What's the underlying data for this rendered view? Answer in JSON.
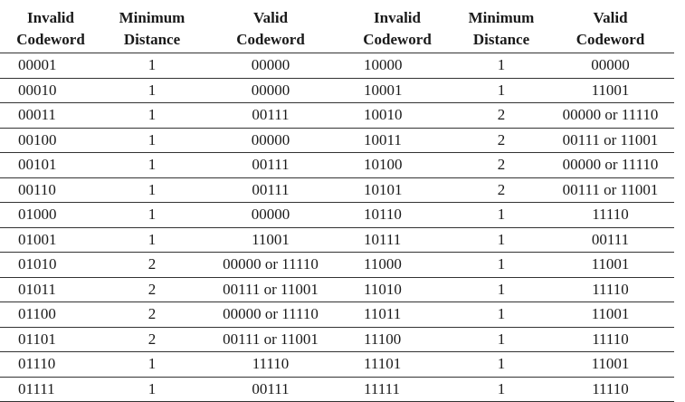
{
  "headers": {
    "invalid_1": [
      "Invalid",
      "Codeword"
    ],
    "mindist_1": [
      "Minimum",
      "Distance"
    ],
    "valid_1": [
      "Valid",
      "Codeword"
    ],
    "invalid_2": [
      "Invalid",
      "Codeword"
    ],
    "mindist_2": [
      "Minimum",
      "Distance"
    ],
    "valid_2": [
      "Valid",
      "Codeword"
    ]
  },
  "rows": [
    [
      "00001",
      "1",
      "00000",
      "10000",
      "1",
      "00000"
    ],
    [
      "00010",
      "1",
      "00000",
      "10001",
      "1",
      "11001"
    ],
    [
      "00011",
      "1",
      "00111",
      "10010",
      "2",
      "00000 or 11110"
    ],
    [
      "00100",
      "1",
      "00000",
      "10011",
      "2",
      "00111 or 11001"
    ],
    [
      "00101",
      "1",
      "00111",
      "10100",
      "2",
      "00000 or 11110"
    ],
    [
      "00110",
      "1",
      "00111",
      "10101",
      "2",
      "00111 or 11001"
    ],
    [
      "01000",
      "1",
      "00000",
      "10110",
      "1",
      "11110"
    ],
    [
      "01001",
      "1",
      "11001",
      "10111",
      "1",
      "00111"
    ],
    [
      "01010",
      "2",
      "00000 or 11110",
      "11000",
      "1",
      "11001"
    ],
    [
      "01011",
      "2",
      "00111 or 11001",
      "11010",
      "1",
      "11110"
    ],
    [
      "01100",
      "2",
      "00000 or 11110",
      "11011",
      "1",
      "11001"
    ],
    [
      "01101",
      "2",
      "00111 or 11001",
      "11100",
      "1",
      "11110"
    ],
    [
      "01110",
      "1",
      "11110",
      "11101",
      "1",
      "11001"
    ],
    [
      "01111",
      "1",
      "00111",
      "11111",
      "1",
      "11110"
    ]
  ]
}
